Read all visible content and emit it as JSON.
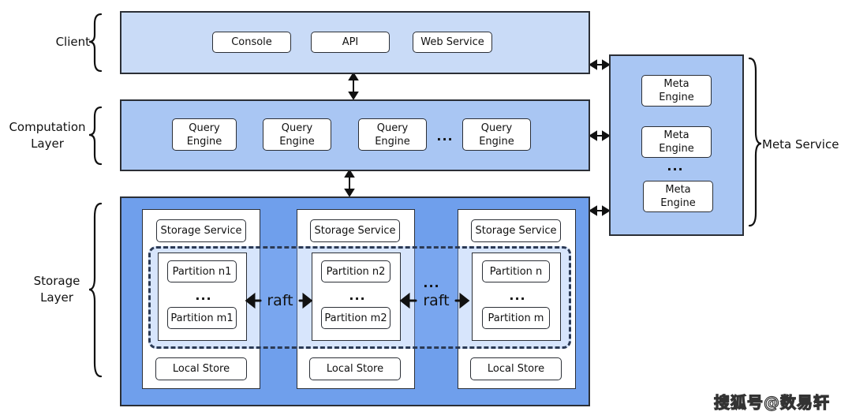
{
  "layers": {
    "client": "Client",
    "computation": "Computation Layer",
    "storage": "Storage Layer",
    "meta": "Meta Service"
  },
  "client": {
    "items": [
      "Console",
      "API",
      "Web Service"
    ]
  },
  "computation": {
    "engines": [
      "Query Engine",
      "Query Engine",
      "Query Engine",
      "Query Engine"
    ],
    "ellipsis": "..."
  },
  "meta": {
    "engines": [
      "Meta Engine",
      "Meta Engine",
      "Meta Engine"
    ],
    "ellipsis": "..."
  },
  "storage": {
    "columns": [
      {
        "service": "Storage Service",
        "partitions": [
          "Partition n1",
          "Partition m1"
        ],
        "store": "Local Store"
      },
      {
        "service": "Storage Service",
        "partitions": [
          "Partition n2",
          "Partition m2"
        ],
        "store": "Local Store"
      },
      {
        "service": "Storage Service",
        "partitions": [
          "Partition n",
          "Partition m"
        ],
        "store": "Local Store"
      }
    ],
    "partition_ellipsis": "...",
    "column_ellipsis": "...",
    "raft": "raft"
  },
  "watermark": "搜狐号@数易轩"
}
